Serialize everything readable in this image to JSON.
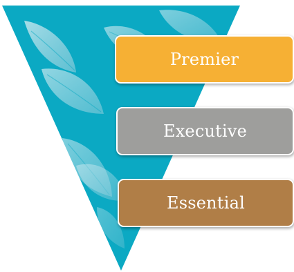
{
  "diagram": {
    "tiers": [
      {
        "label": "Premier",
        "color": "#f6b034"
      },
      {
        "label": "Executive",
        "color": "#9e9e9c"
      },
      {
        "label": "Essential",
        "color": "#b07e47"
      }
    ],
    "triangle_color": "#0ba9c3",
    "leaf_color": "#cfe6ef"
  }
}
